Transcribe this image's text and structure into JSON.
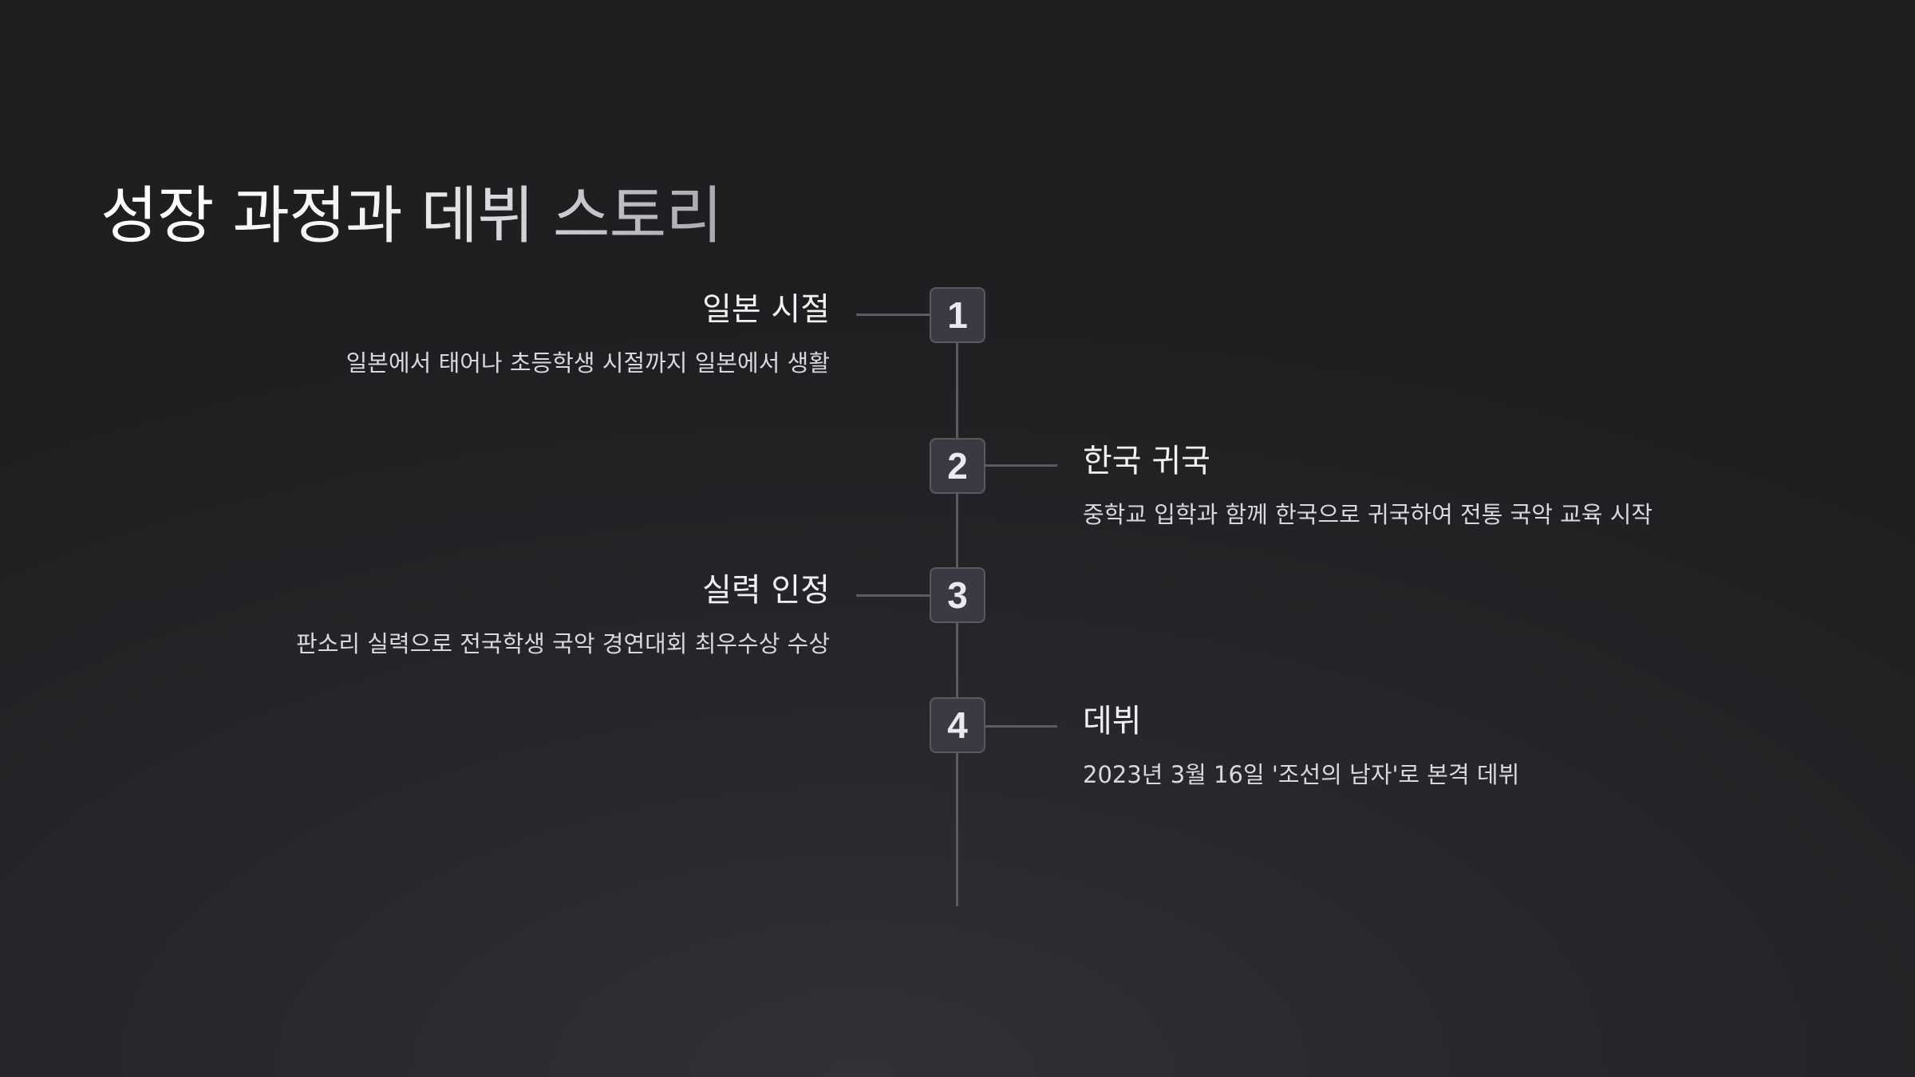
{
  "title": "성장 과정과 데뷔 스토리",
  "timeline": [
    {
      "number": "1",
      "title": "일본 시절",
      "description": "일본에서 태어나 초등학생 시절까지 일본에서 생활",
      "side": "left"
    },
    {
      "number": "2",
      "title": "한국 귀국",
      "description": "중학교 입학과 함께 한국으로 귀국하여 전통 국악 교육 시작",
      "side": "right"
    },
    {
      "number": "3",
      "title": "실력 인정",
      "description": "판소리 실력으로 전국학생 국악 경연대회 최우수상 수상",
      "side": "left"
    },
    {
      "number": "4",
      "title": "데뷔",
      "description": "2023년 3월 16일 '조선의 남자'로 본격 데뷔",
      "side": "right"
    }
  ]
}
